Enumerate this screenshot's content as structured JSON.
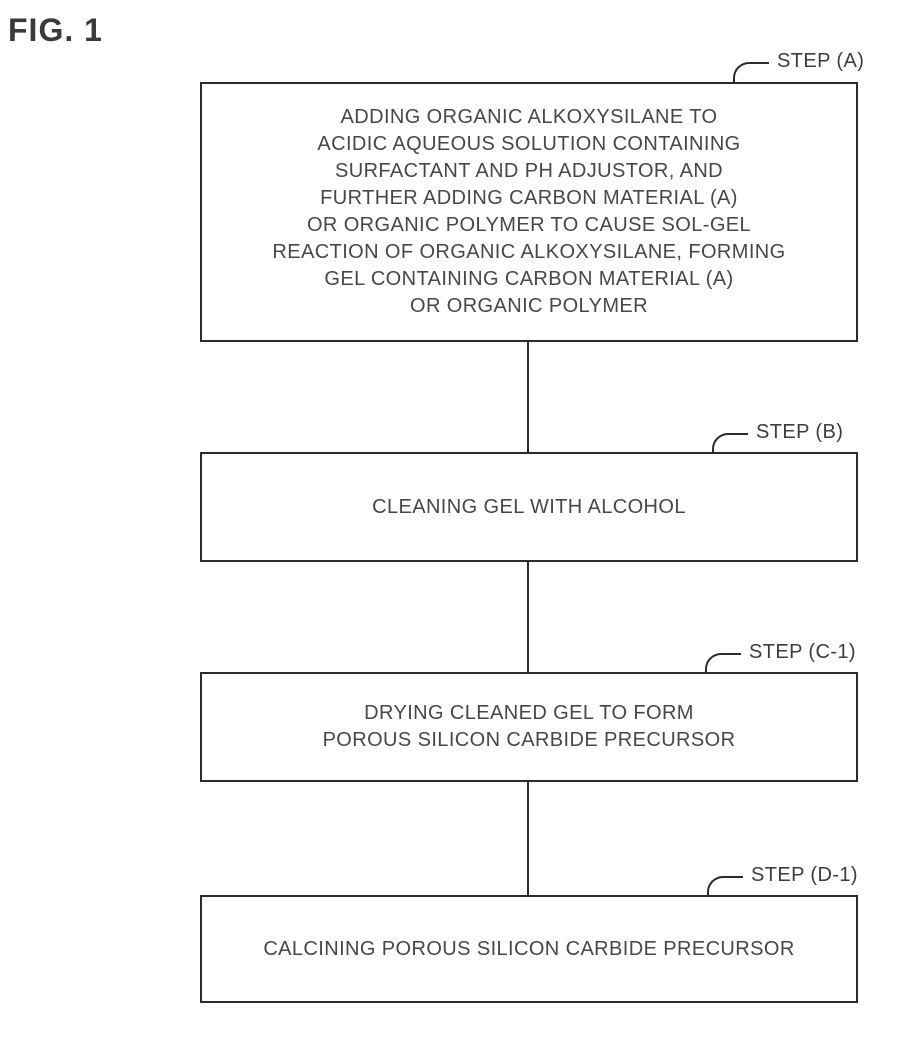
{
  "figure": {
    "label": "FIG. 1"
  },
  "colors": {
    "line": "#2b2b2b",
    "text": "#474747",
    "background": "#ffffff"
  },
  "steps": [
    {
      "label": "STEP (A)",
      "text": "ADDING ORGANIC ALKOXYSILANE TO\nACIDIC AQUEOUS SOLUTION CONTAINING\nSURFACTANT AND PH ADJUSTOR, AND\nFURTHER ADDING CARBON MATERIAL (A)\nOR ORGANIC POLYMER TO CAUSE SOL-GEL\nREACTION OF ORGANIC ALKOXYSILANE, FORMING\nGEL CONTAINING CARBON MATERIAL (A)\nOR ORGANIC POLYMER"
    },
    {
      "label": "STEP (B)",
      "text": "CLEANING GEL WITH ALCOHOL"
    },
    {
      "label": "STEP (C-1)",
      "text": "DRYING CLEANED GEL TO FORM\nPOROUS SILICON CARBIDE PRECURSOR"
    },
    {
      "label": "STEP (D-1)",
      "text": "CALCINING POROUS SILICON CARBIDE PRECURSOR"
    }
  ]
}
